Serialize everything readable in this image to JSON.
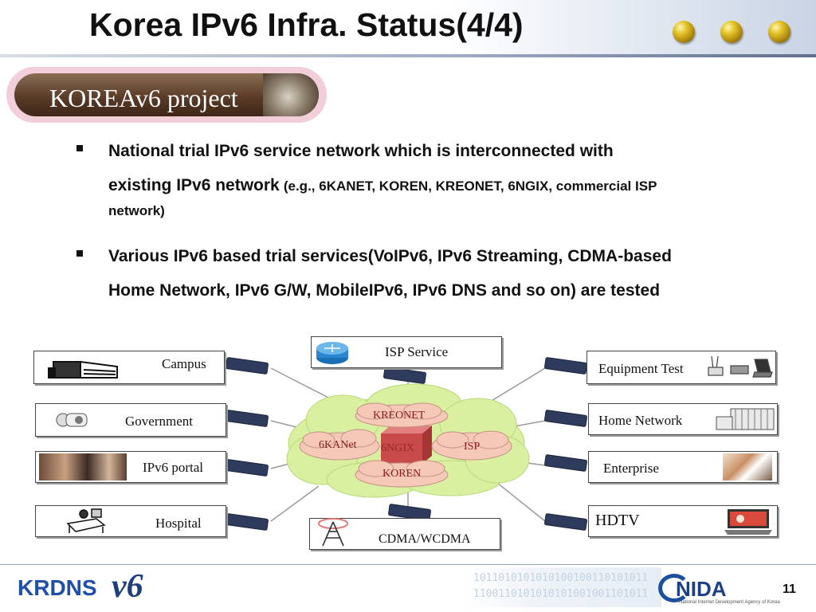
{
  "slide": {
    "title": "Korea IPv6 Infra. Status(4/4)",
    "project_label": "KOREAv6 project",
    "page_number": "11"
  },
  "bullets": [
    {
      "main": "National trial IPv6 service network which is interconnected with",
      "main2": "existing IPv6 network",
      "note": "(e.g., 6KANET, KOREN, KREONET, 6NGIX, commercial ISP",
      "note2": "network)"
    },
    {
      "line1": "Various IPv6 based trial services(VoIPv6, IPv6 Streaming, CDMA-based",
      "line2": "Home Network, IPv6 G/W, MobileIPv6, IPv6 DNS and so on) are tested"
    }
  ],
  "diagram": {
    "left_nodes": [
      "Campus",
      "Government",
      "IPv6 portal",
      "Hospital"
    ],
    "right_nodes": [
      "Equipment Test",
      "Home Network",
      "Enterprise",
      "HDTV"
    ],
    "top_node": "ISP Service",
    "bottom_node": "CDMA/WCDMA",
    "clouds": [
      "KREONET",
      "6KANet",
      "6NGIX",
      "ISP",
      "KOREN"
    ]
  },
  "footer": {
    "left_logo": "KRDNS",
    "left_logo_suffix": "v6",
    "right_logo": "NIDA",
    "right_logo_sub": "National Internet Development Agency of Korea",
    "binary_1": "1011010101010100100110101011",
    "binary_2": "1100110101010101001001101011"
  },
  "colors": {
    "accent_blue": "#1f4fa8",
    "cloud_green": "#d8f0a0",
    "cloud_pink": "#f5c8b8"
  }
}
